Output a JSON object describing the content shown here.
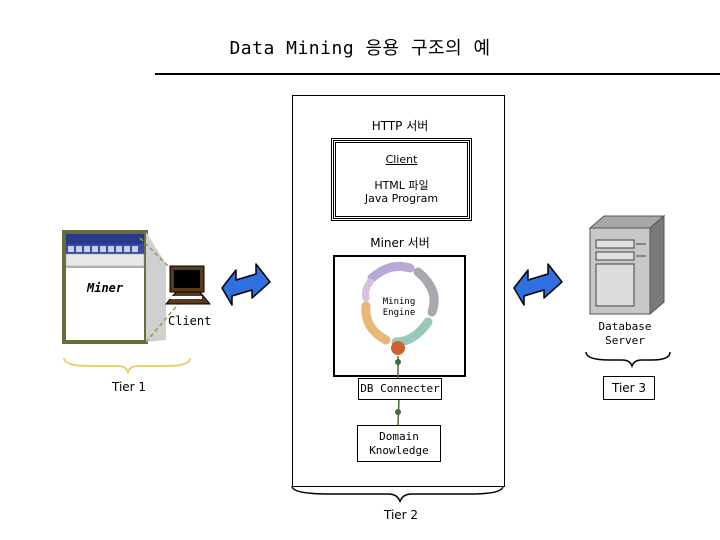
{
  "title": "Data Mining 응용 구조의 예",
  "tier2": {
    "http_label": "HTTP 서버",
    "client_box": {
      "title": "Client",
      "line1": "HTML 파일",
      "line2": "Java Program"
    },
    "miner_label": "Miner 서버",
    "mining_engine": {
      "line1": "Mining",
      "line2": "Engine"
    },
    "db_connecter": "DB Connecter",
    "domain_knowledge": {
      "line1": "Domain",
      "line2": "Knowledge"
    },
    "tier_label": "Tier 2"
  },
  "tier1": {
    "miner_label": "Miner",
    "client_label": "Client",
    "tier_label": "Tier 1"
  },
  "tier3": {
    "server_line1": "Database",
    "server_line2": "Server",
    "tier_label": "Tier 3"
  },
  "colors": {
    "arrow_fill": "#2f6fe0",
    "arrow_stroke": "#000000",
    "window_frame": "#6b6b3c",
    "dashed_line": "#8aa04a",
    "connector": "#4a6a3a"
  },
  "icons": [
    "bidirectional-arrow-icon",
    "computer-icon",
    "server-icon",
    "mining-cycle-icon",
    "window-icon"
  ]
}
